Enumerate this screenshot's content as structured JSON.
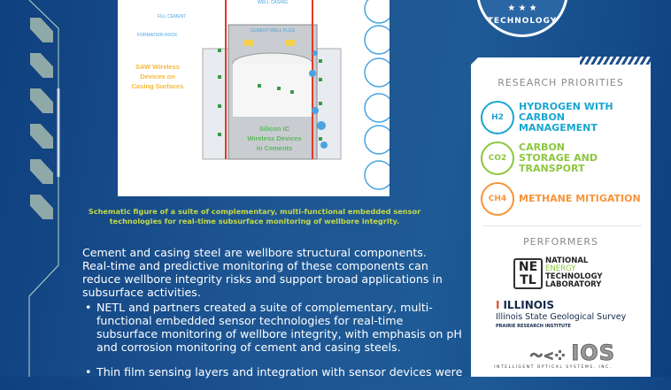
{
  "badge": {
    "text": "TECHNOLOGY"
  },
  "figure": {
    "labels": {
      "well_casing": "WELL CASING",
      "fill_cement": "FILL CEMENT",
      "formation_rock": "FORMATION ROCK",
      "cement_well_plug": "CEMENT WELL PLUG",
      "saw": [
        "SAW Wireless",
        "Devices on",
        "Casing Surfaces"
      ],
      "silicon": [
        "Silicon IC",
        "Wireless Devices",
        "in Cements"
      ]
    },
    "caption": "Schematic figure of a suite of complementary, multi-functional embedded sensor technologies for real-time subsurface monitoring of wellbore integrity."
  },
  "body": {
    "intro": "Cement and casing steel are wellbore structural components. Real-time and predictive monitoring of these components can reduce wellbore integrity risks and support broad applications in subsurface activities.",
    "bullets": [
      "NETL and partners created a suite of complementary, multi-functional embedded sensor technologies for real-time subsurface monitoring of wellbore integrity, with emphasis on pH and corrosion monitoring of cement and casing steels.",
      "Thin film sensing layers and integration with sensor devices were"
    ]
  },
  "sidebar": {
    "research_title": "RESEARCH PRIORITIES",
    "priorities": [
      {
        "icon": "H2",
        "label": "HYDROGEN WITH CARBON MANAGEMENT",
        "color": "#1aa6d1"
      },
      {
        "icon": "CO2",
        "label": "CARBON STORAGE AND TRANSPORT",
        "color": "#8cc63f"
      },
      {
        "icon": "CH4",
        "label": "METHANE MITIGATION",
        "color": "#f7943a"
      }
    ],
    "performers_title": "PERFORMERS",
    "netl": {
      "box": [
        "NE",
        "TL"
      ],
      "lines": [
        "NATIONAL",
        "ENERGY",
        "TECHNOLOGY",
        "LABORATORY"
      ]
    },
    "illinois": {
      "name": "ILLINOIS",
      "unit": "Illinois State Geological Survey",
      "sub": "PRAIRIE RESEARCH INSTITUTE"
    },
    "ios": {
      "logo": "IOS",
      "name": "INTELLIGENT OPTICAL SYSTEMS, INC."
    }
  }
}
